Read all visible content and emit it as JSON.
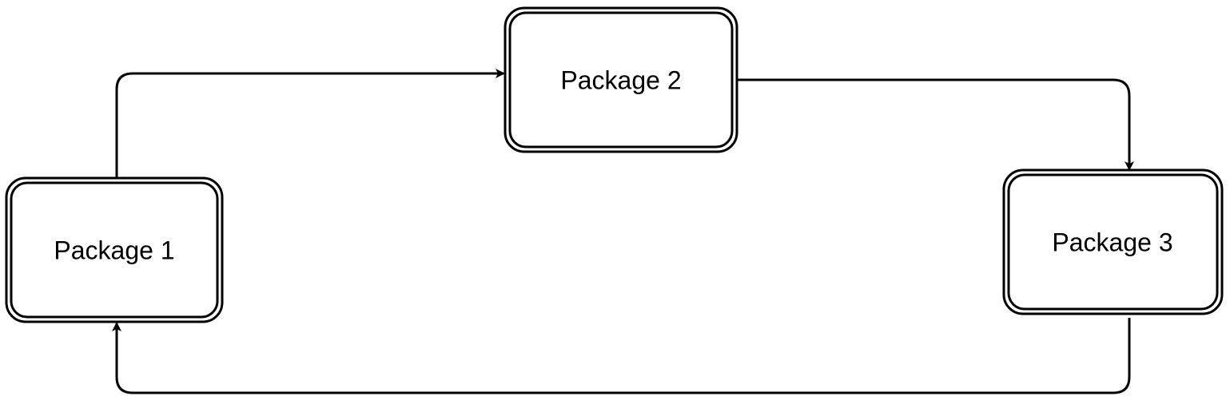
{
  "diagram": {
    "nodes": [
      {
        "id": "package-1",
        "label": "Package 1"
      },
      {
        "id": "package-2",
        "label": "Package 2"
      },
      {
        "id": "package-3",
        "label": "Package 3"
      }
    ],
    "edges": [
      {
        "from": "package-1",
        "to": "package-2"
      },
      {
        "from": "package-2",
        "to": "package-3"
      },
      {
        "from": "package-3",
        "to": "package-1"
      }
    ],
    "colors": {
      "stroke": "#000000",
      "fill": "#ffffff",
      "text": "#000000"
    }
  }
}
